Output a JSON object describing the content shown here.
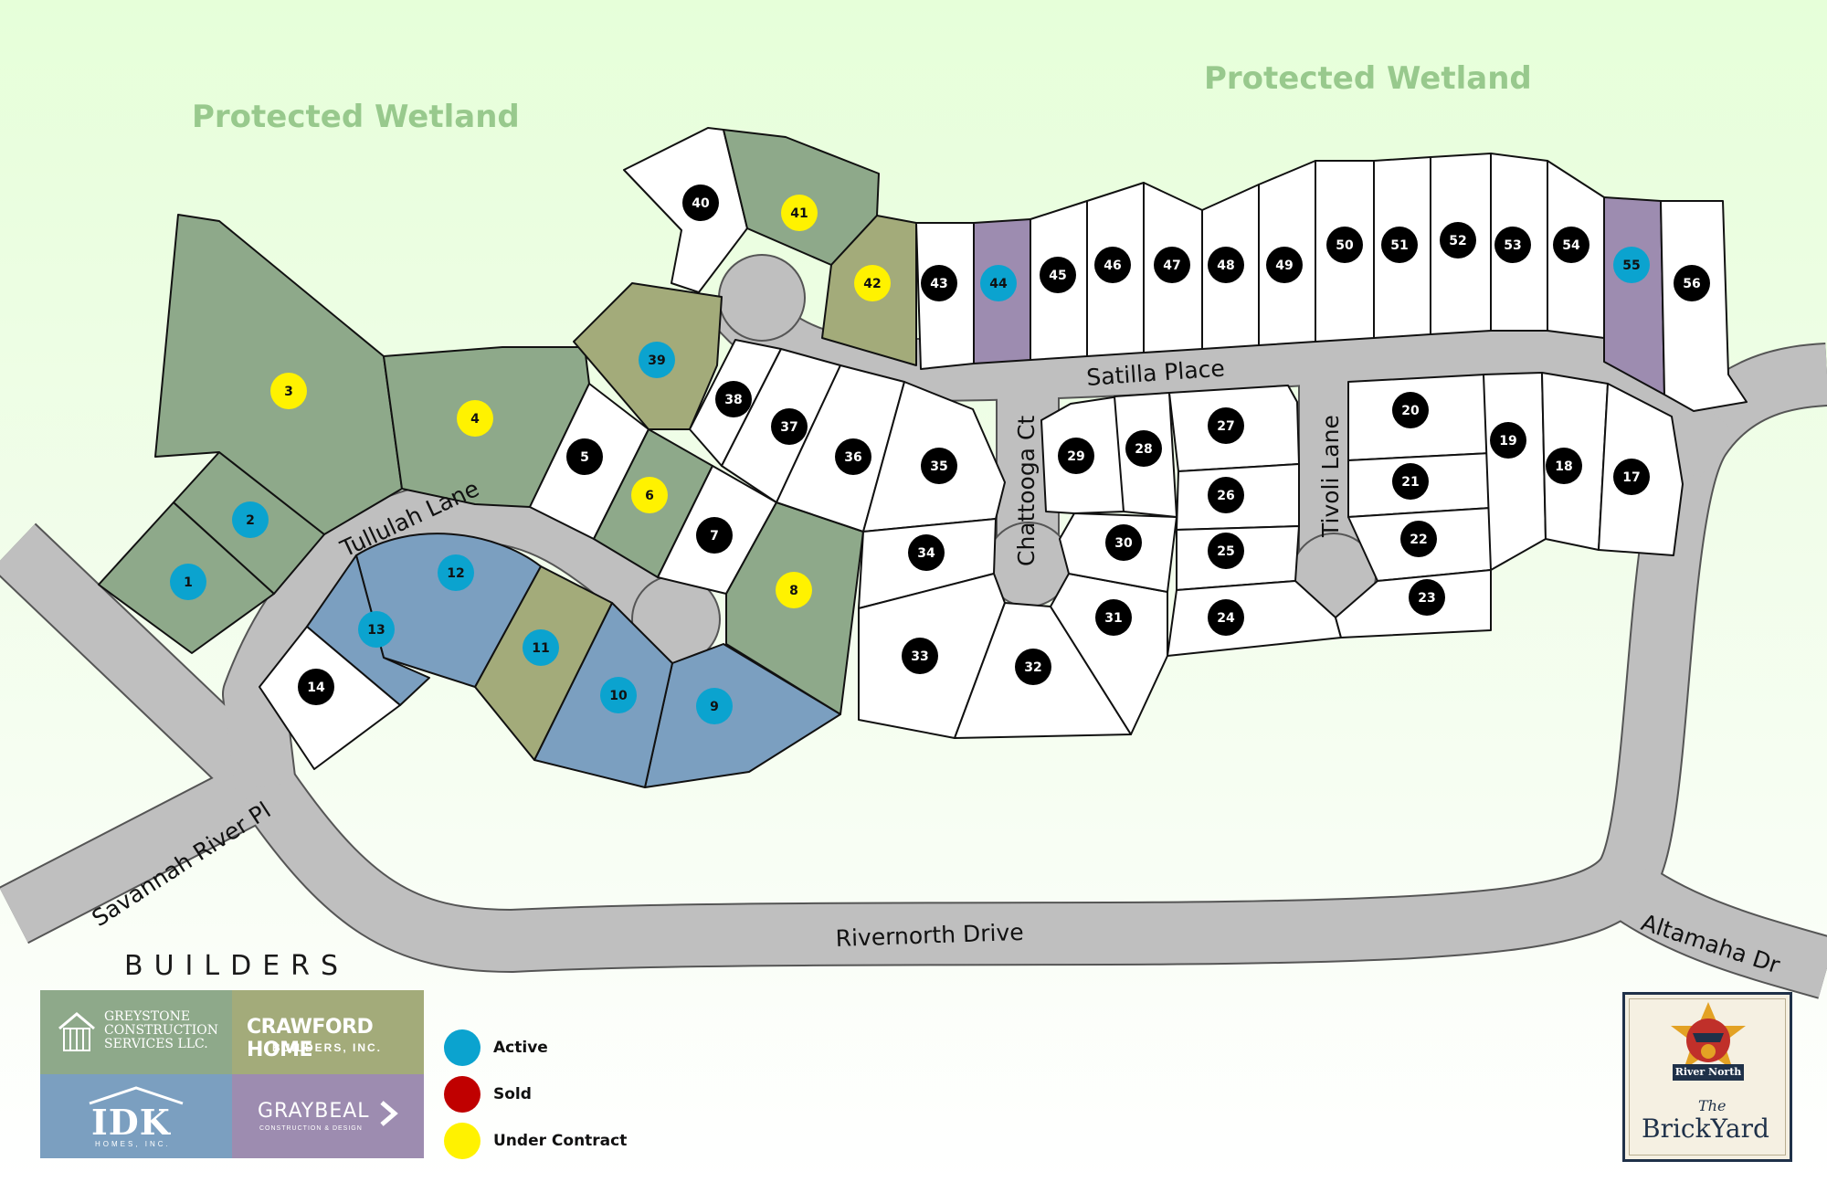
{
  "labels": {
    "wetland_left": "Protected Wetland",
    "wetland_right": "Protected Wetland",
    "builders_heading": "BUILDERS"
  },
  "streets": {
    "tullulah": "Tullulah Lane",
    "satilla": "Satilla Place",
    "chattooga": "Chattooga Ct",
    "tivoli": "Tivoli Lane",
    "savannah": "Savannah River Pl",
    "rivernorth": "Rivernorth Drive",
    "altamaha": "Altamaha Dr"
  },
  "builders": {
    "greystone": {
      "line1": "GREYSTONE",
      "line2": "CONSTRUCTION",
      "line3": "SERVICES LLC.",
      "color": "#8ea98a"
    },
    "crawford": {
      "name": "CRAWFORD HOME",
      "sub": "BUILDERS, INC.",
      "color": "#a3ab7a"
    },
    "idk": {
      "name": "IDK",
      "sub": "HOMES, INC.",
      "color": "#7b9fc0"
    },
    "graybeal": {
      "name": "GRAYBEAL",
      "sub": "CONSTRUCTION & DESIGN",
      "color": "#9d8cb0"
    }
  },
  "legend": [
    {
      "label": "Active",
      "color": "#0ba3cf"
    },
    {
      "label": "Sold",
      "color": "#c00000"
    },
    {
      "label": "Under Contract",
      "color": "#fff200"
    }
  ],
  "logo": {
    "badge": "River North",
    "script": "The",
    "name": "BrickYard"
  },
  "lots": [
    {
      "n": "1",
      "status": "active"
    },
    {
      "n": "2",
      "status": "active"
    },
    {
      "n": "3",
      "status": "contract"
    },
    {
      "n": "4",
      "status": "contract"
    },
    {
      "n": "5",
      "status": "available"
    },
    {
      "n": "6",
      "status": "contract"
    },
    {
      "n": "7",
      "status": "available"
    },
    {
      "n": "8",
      "status": "contract"
    },
    {
      "n": "9",
      "status": "active"
    },
    {
      "n": "10",
      "status": "active"
    },
    {
      "n": "11",
      "status": "active"
    },
    {
      "n": "12",
      "status": "active"
    },
    {
      "n": "13",
      "status": "active"
    },
    {
      "n": "14",
      "status": "available"
    },
    {
      "n": "17",
      "status": "available"
    },
    {
      "n": "18",
      "status": "available"
    },
    {
      "n": "19",
      "status": "available"
    },
    {
      "n": "20",
      "status": "available"
    },
    {
      "n": "21",
      "status": "available"
    },
    {
      "n": "22",
      "status": "available"
    },
    {
      "n": "23",
      "status": "available"
    },
    {
      "n": "24",
      "status": "available"
    },
    {
      "n": "25",
      "status": "available"
    },
    {
      "n": "26",
      "status": "available"
    },
    {
      "n": "27",
      "status": "available"
    },
    {
      "n": "28",
      "status": "available"
    },
    {
      "n": "29",
      "status": "available"
    },
    {
      "n": "30",
      "status": "available"
    },
    {
      "n": "31",
      "status": "available"
    },
    {
      "n": "32",
      "status": "available"
    },
    {
      "n": "33",
      "status": "available"
    },
    {
      "n": "34",
      "status": "available"
    },
    {
      "n": "35",
      "status": "available"
    },
    {
      "n": "36",
      "status": "available"
    },
    {
      "n": "37",
      "status": "available"
    },
    {
      "n": "38",
      "status": "available"
    },
    {
      "n": "39",
      "status": "active"
    },
    {
      "n": "40",
      "status": "available"
    },
    {
      "n": "41",
      "status": "contract"
    },
    {
      "n": "42",
      "status": "contract"
    },
    {
      "n": "43",
      "status": "available"
    },
    {
      "n": "44",
      "status": "active"
    },
    {
      "n": "45",
      "status": "available"
    },
    {
      "n": "46",
      "status": "available"
    },
    {
      "n": "47",
      "status": "available"
    },
    {
      "n": "48",
      "status": "available"
    },
    {
      "n": "49",
      "status": "available"
    },
    {
      "n": "50",
      "status": "available"
    },
    {
      "n": "51",
      "status": "available"
    },
    {
      "n": "52",
      "status": "available"
    },
    {
      "n": "53",
      "status": "available"
    },
    {
      "n": "54",
      "status": "available"
    },
    {
      "n": "55",
      "status": "active"
    },
    {
      "n": "56",
      "status": "available"
    }
  ]
}
